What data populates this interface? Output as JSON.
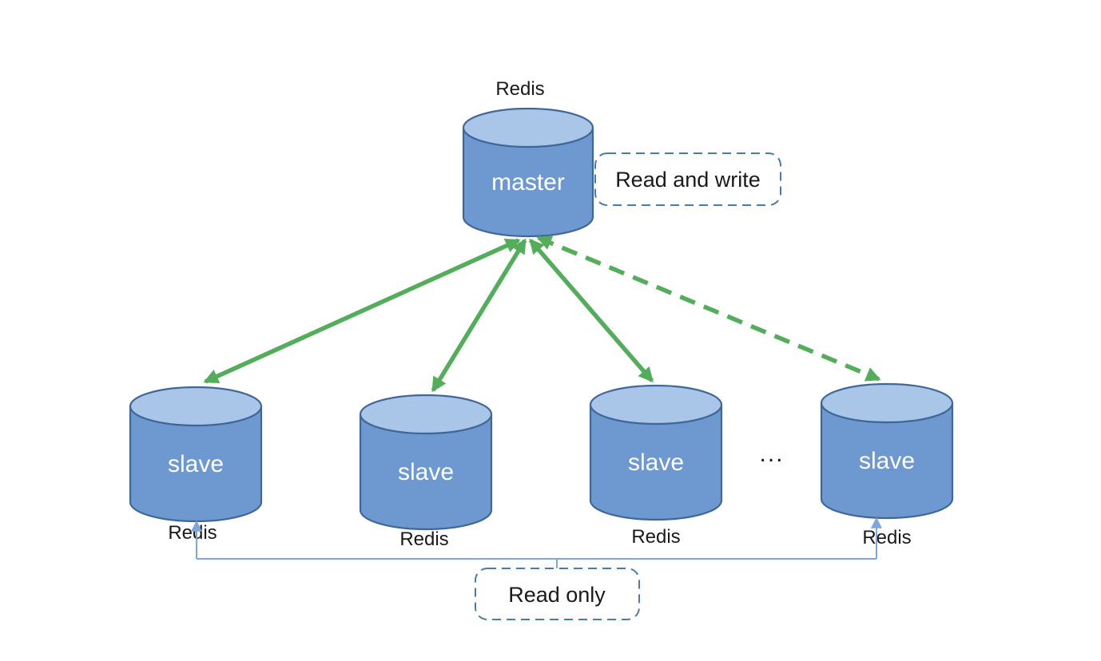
{
  "nodes": {
    "master": {
      "label": "master",
      "caption": "Redis"
    },
    "slaves": [
      {
        "label": "slave",
        "caption": "Redis"
      },
      {
        "label": "slave",
        "caption": "Redis"
      },
      {
        "label": "slave",
        "caption": "Redis"
      },
      {
        "label": "slave",
        "caption": "Redis"
      }
    ],
    "ellipsis": "..."
  },
  "annotations": {
    "read_write_label": "Read and write",
    "read_only_label": "Read only"
  },
  "colors": {
    "canvas_background": "#FFFFFF",
    "cylinder_body": "#6D98D0",
    "cylinder_top": "#A9C5E8",
    "cylinder_border": "#3F6899",
    "arrow_green": "#53AD5B",
    "connector_blue": "#7FA6DB",
    "dashed_box_border": "#4A7AAD",
    "text_dark": "#1A1A1A",
    "node_text": "#FFFFFF"
  }
}
